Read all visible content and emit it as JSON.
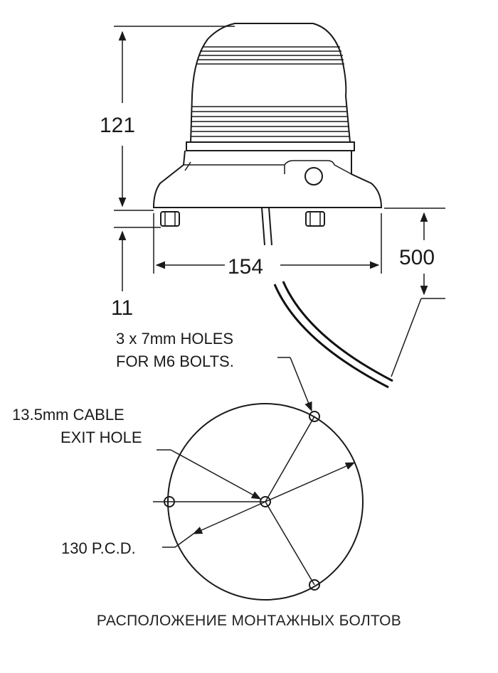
{
  "dimensions": {
    "height": "121",
    "base": "11",
    "width": "154",
    "cable": "500"
  },
  "notes": {
    "holes_line1": "3 x 7mm HOLES",
    "holes_line2": "FOR M6 BOLTS.",
    "cable_line1": "13.5mm CABLE",
    "cable_line2": "EXIT HOLE",
    "pcd": "130 P.C.D."
  },
  "caption": "РАСПОЛОЖЕНИЕ МОНТАЖНЫХ БОЛТОВ"
}
